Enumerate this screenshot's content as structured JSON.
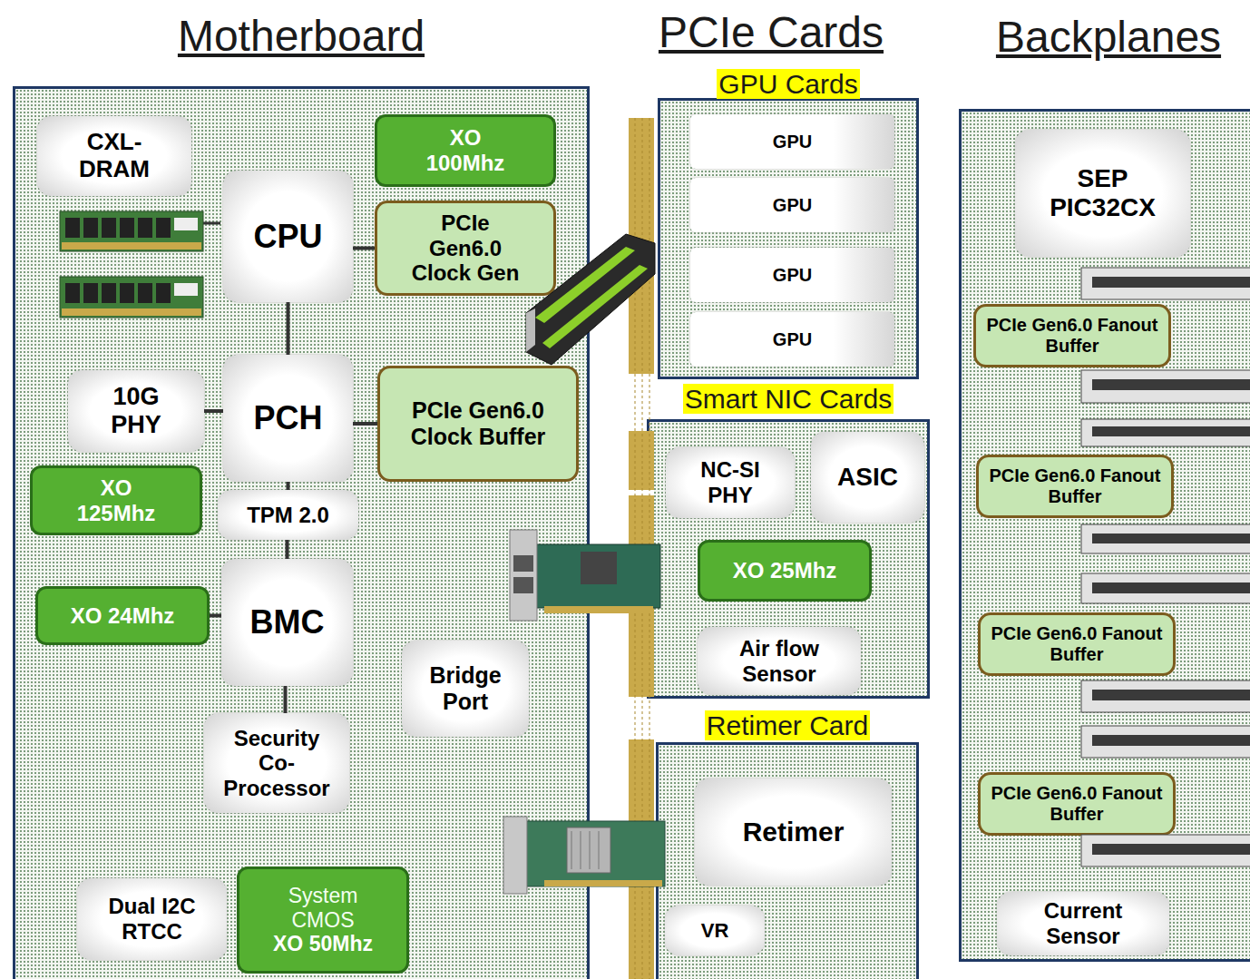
{
  "diagram": {
    "nodes": [
      {
        "text": [
          "Motherboard"
        ]
      },
      {
        "text": [
          "CXL-DRAM"
        ],
        "in": 0
      },
      {
        "text": [
          "XO 100Mhz"
        ],
        "in": 0
      },
      {
        "text": [
          "CPU"
        ],
        "in": 0
      },
      {
        "text": [
          "PCIe Gen6.0 Clock Gen"
        ],
        "in": 0
      },
      {
        "text": [
          "10G PHY"
        ],
        "in": 0
      },
      {
        "text": [
          "PCH"
        ],
        "in": 0
      },
      {
        "text": [
          "PCIe Gen6.0 Clock Buffer"
        ],
        "in": 0
      },
      {
        "text": [
          "XO 125Mhz"
        ],
        "in": 0
      },
      {
        "text": [
          "TPM 2.0"
        ],
        "in": 0
      },
      {
        "text": [
          "XO 24Mhz"
        ],
        "in": 0
      },
      {
        "text": [
          "BMC"
        ],
        "in": 0
      },
      {
        "text": [
          "Bridge Port"
        ],
        "in": 0
      },
      {
        "text": [
          "Security Co-Processor"
        ],
        "in": 0
      },
      {
        "text": [
          "Dual I2C RTCC"
        ],
        "in": 0
      },
      {
        "text": [
          "System CMOS",
          "XO 50Mhz"
        ],
        "in": 0
      },
      {
        "text": [
          "GPU Cards"
        ]
      },
      {
        "text": [
          "GPU"
        ],
        "in": 16
      },
      {
        "text": [
          "GPU"
        ],
        "in": 16
      },
      {
        "text": [
          "GPU"
        ],
        "in": 16
      },
      {
        "text": [
          "GPU"
        ],
        "in": 16
      },
      {
        "text": [
          "Smart NIC Cards"
        ]
      },
      {
        "text": [
          "NC-SI PHY"
        ],
        "in": 21
      },
      {
        "text": [
          "ASIC"
        ],
        "in": 21
      },
      {
        "text": [
          "XO 25Mhz"
        ],
        "in": 21
      },
      {
        "text": [
          "Air flow Sensor"
        ],
        "in": 21
      },
      {
        "text": [
          "Retimer Card"
        ]
      },
      {
        "text": [
          "Retimer"
        ],
        "in": 26
      },
      {
        "text": [
          "VR"
        ],
        "in": 26
      },
      {
        "text": [
          "Backplanes"
        ]
      },
      {
        "text": [
          "SEP PIC32CX"
        ],
        "in": 29
      },
      {
        "text": [
          "PCIe Gen6.0 Fanout Buffer"
        ],
        "in": 29
      },
      {
        "text": [
          "PCIe Gen6.0 Fanout Buffer"
        ],
        "in": 29
      },
      {
        "text": [
          "PCIe Gen6.0 Fanout Buffer"
        ],
        "in": 29
      },
      {
        "text": [
          "PCIe Gen6.0 Fanout Buffer"
        ],
        "in": 29
      },
      {
        "text": [
          "Current Sensor"
        ],
        "in": 29
      }
    ],
    "edges": [
      {
        "from": 3,
        "to": 4,
        "arrow": "none"
      },
      {
        "from": 3,
        "to": 6,
        "arrow": "none"
      },
      {
        "from": 5,
        "to": 6,
        "arrow": "none"
      },
      {
        "from": 6,
        "to": 7,
        "arrow": "none"
      },
      {
        "from": 6,
        "to": 9,
        "arrow": "none"
      },
      {
        "from": 9,
        "to": 11,
        "arrow": "none"
      },
      {
        "from": 10,
        "to": 11,
        "arrow": "none"
      },
      {
        "from": 11,
        "to": 13,
        "arrow": "none"
      }
    ],
    "labels": [
      "PCIe Cards"
    ]
  }
}
